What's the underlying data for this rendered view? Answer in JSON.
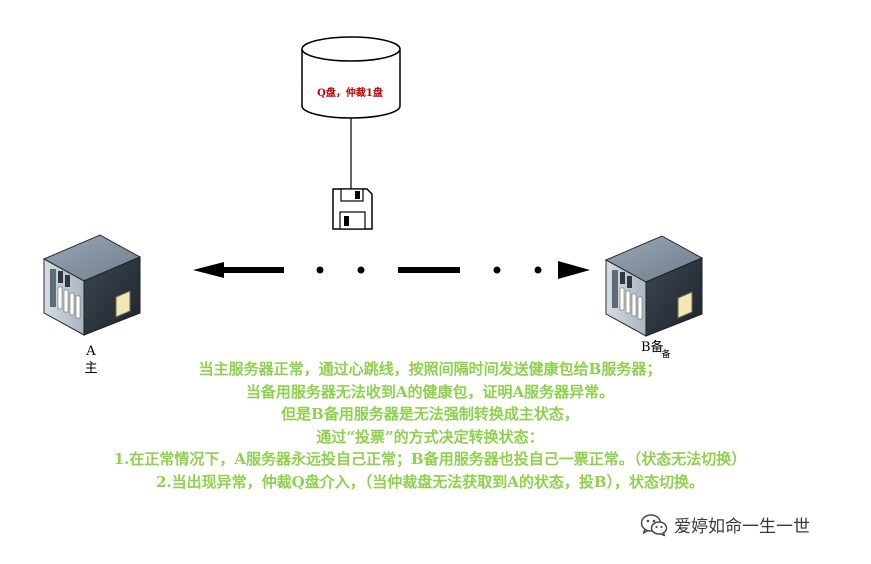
{
  "disk": {
    "label": "Q盘，仲裁1盘"
  },
  "servers": {
    "a": {
      "line1": "A",
      "line2": "主"
    },
    "b": {
      "main": "B备",
      "tail": "备"
    }
  },
  "notes": {
    "lines": [
      "当主服务器正常，通过心跳线，按照间隔时间发送健康包给B服务器；",
      "当备用服务器无法收到A的健康包，证明A服务器异常。",
      "但是B备用服务器是无法强制转换成主状态，",
      "通过“投票”的方式决定转换状态：",
      "1.在正常情况下，A服务器永远投自己正常；B备用服务器也投自己一票正常。（状态无法切换）",
      "2.当出现异常，仲裁Q盘介入，（当仲裁盘无法获取到A的状态，投B），状态切换。"
    ],
    "color": "#8fd14f"
  },
  "watermark": {
    "text": "爱婷如命一生一世",
    "icon": "wechat-icon"
  }
}
